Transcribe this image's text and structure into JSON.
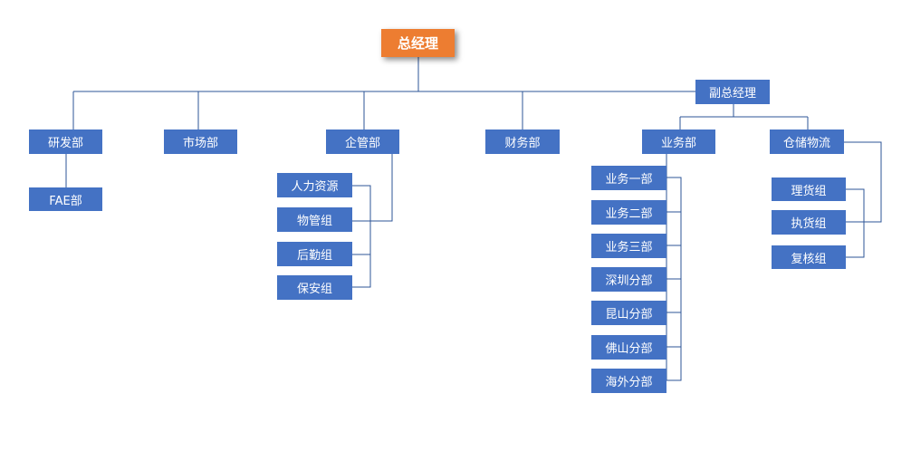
{
  "colors": {
    "primary": "#4472c4",
    "accent": "#ed7d31",
    "line": "#2e5597"
  },
  "org": {
    "ceo": "总经理",
    "vice_gm": "副总经理",
    "departments": {
      "rnd": "研发部",
      "marketing": "市场部",
      "admin": "企管部",
      "finance": "财务部",
      "sales": "业务部",
      "logistics": "仓储物流"
    },
    "rnd_groups": [
      "FAE部"
    ],
    "admin_groups": [
      "人力资源",
      "物管组",
      "后勤组",
      "保安组"
    ],
    "sales_groups": [
      "业务一部",
      "业务二部",
      "业务三部",
      "深圳分部",
      "昆山分部",
      "佛山分部",
      "海外分部"
    ],
    "logistics_groups": [
      "理货组",
      "执货组",
      "复核组"
    ]
  }
}
